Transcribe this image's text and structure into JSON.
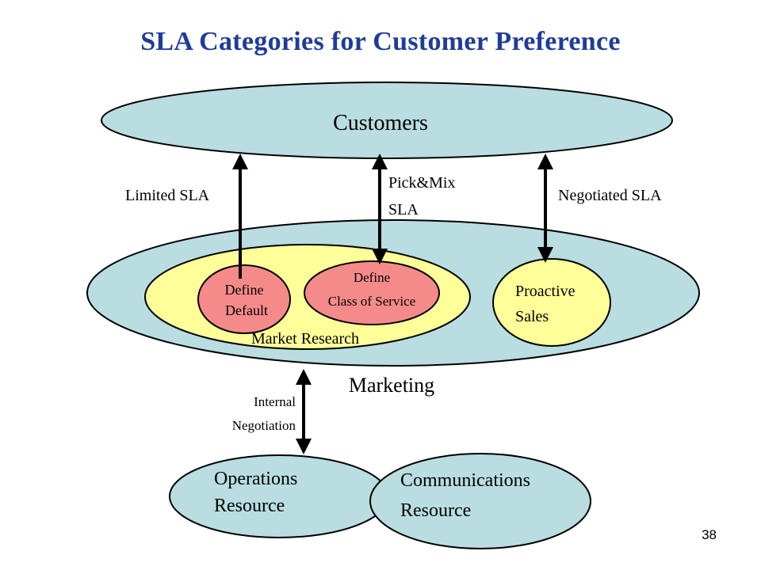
{
  "title": "SLA Categories for Customer Preference",
  "customers": "Customers",
  "marketing": "Marketing",
  "market_research": "Market Research",
  "define_default": [
    "Define",
    "Default"
  ],
  "define_class_of_service": [
    "Define",
    "Class of Service"
  ],
  "proactive_sales": [
    "Proactive",
    "Sales"
  ],
  "links": {
    "limited_sla": "Limited SLA",
    "pick_mix_sla": [
      "Pick&Mix",
      "SLA"
    ],
    "negotiated_sla": "Negotiated SLA",
    "internal_negotiation": [
      "Internal",
      "Negotiation"
    ]
  },
  "operations_resource": [
    "Operations",
    "Resource"
  ],
  "communications_resource": [
    "Communications",
    "Resource"
  ],
  "page_number": "38",
  "colors": {
    "title": "#1f3c9a",
    "blue_fill": "#b9dde0",
    "yellow_fill": "#ffff99",
    "salmon_fill": "#f58a8a"
  }
}
